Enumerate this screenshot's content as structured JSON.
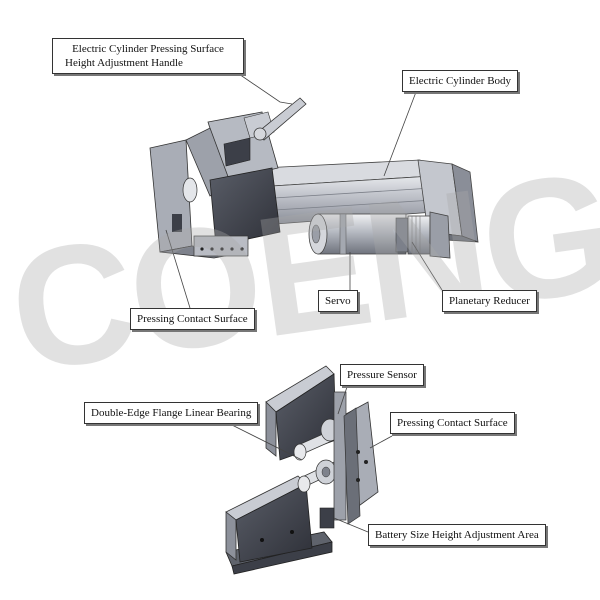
{
  "watermark": "COENG",
  "colors": {
    "metal_dark": "#3c3f48",
    "metal_mid": "#8d919b",
    "metal_light": "#c9ccd3",
    "metal_face": "#a9adb6",
    "line": "#333333"
  },
  "callouts": {
    "handle": [
      "Electric Cylinder Pressing Surface",
      "Height Adjustment Handle"
    ],
    "body": "Electric Cylinder Body",
    "pressing_top": "Pressing Contact Surface",
    "servo": "Servo",
    "reducer": "Planetary Reducer",
    "pressure_sensor": "Pressure Sensor",
    "bearing": "Double-Edge Flange Linear Bearing",
    "pressing_bottom": "Pressing Contact Surface",
    "battery": "Battery Size Height Adjustment Area"
  }
}
